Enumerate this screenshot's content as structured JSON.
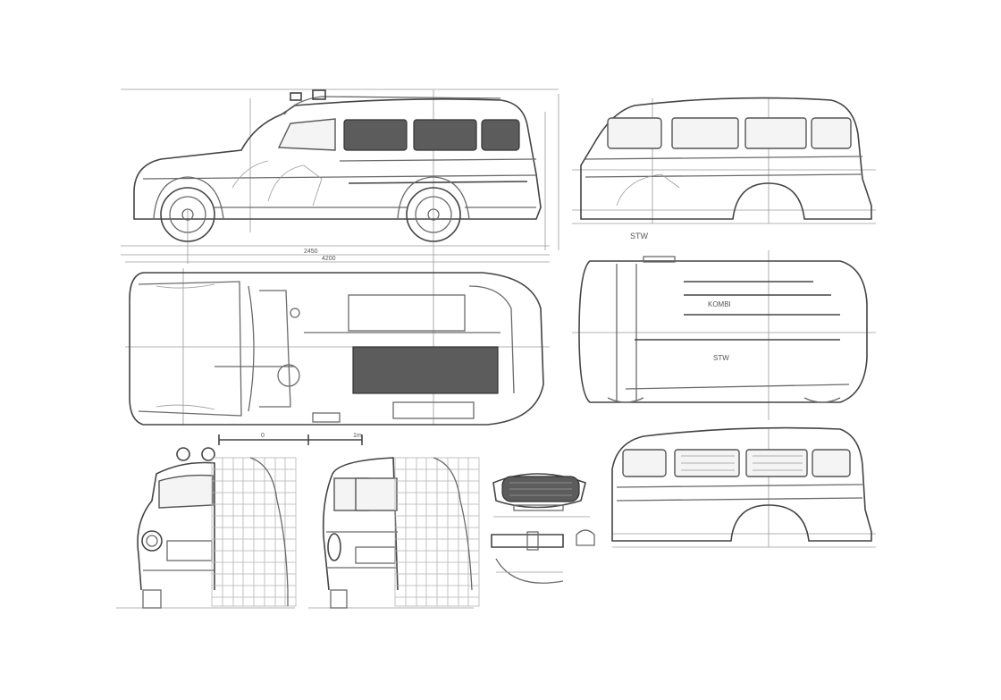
{
  "sheet": {
    "labels": {
      "dim_wheelbase": "2450",
      "dim_overall": "4200",
      "rear_side_label": "STW",
      "top_roof_label": "STW",
      "top_roof_text": "KOMBI",
      "scale_left": "0",
      "scale_right": "1m"
    }
  }
}
